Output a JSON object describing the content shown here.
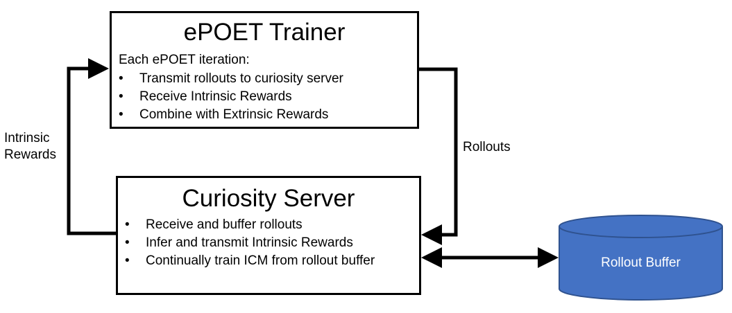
{
  "trainer": {
    "title": "ePOET Trainer",
    "intro": "Each ePOET iteration:",
    "bullets": [
      "Transmit rollouts to curiosity server",
      "Receive Intrinsic Rewards",
      "Combine with Extrinsic Rewards"
    ]
  },
  "server": {
    "title": "Curiosity Server",
    "bullets": [
      "Receive and buffer rollouts",
      "Infer and transmit Intrinsic Rewards",
      "Continually train ICM from rollout buffer"
    ]
  },
  "edges": {
    "intrinsic_line1": "Intrinsic",
    "intrinsic_line2": "Rewards",
    "rollouts": "Rollouts"
  },
  "buffer": {
    "label": "Rollout Buffer"
  },
  "bullet_glyph": "•",
  "colors": {
    "buffer_fill": "#4472c4",
    "buffer_stroke": "#2f528f",
    "line": "#000000",
    "buffer_text": "#ffffff"
  }
}
